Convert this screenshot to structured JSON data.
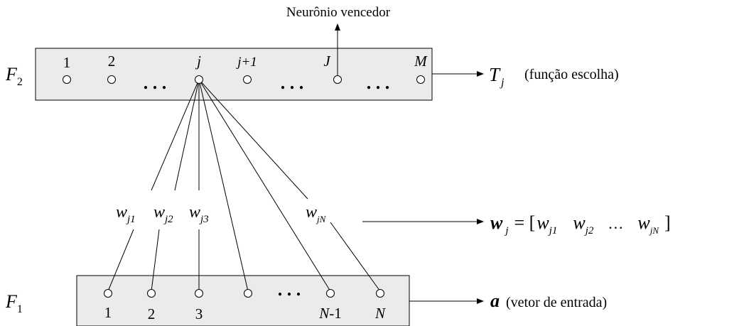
{
  "winner": {
    "label": "Neurônio vencedor"
  },
  "layer_f2": {
    "name_main": "F",
    "name_sub": "2",
    "node_labels": {
      "n1": "1",
      "n2": "2",
      "nj": "j",
      "nj1": "j+1",
      "nJ": "J",
      "nM": "M"
    },
    "ellipsis": ". . ."
  },
  "layer_f1": {
    "name_main": "F",
    "name_sub": "1",
    "node_labels": {
      "n1": "1",
      "n2": "2",
      "n3": "3",
      "nN1_main": "N",
      "nN1_suffix": "-1",
      "nN": "N"
    },
    "ellipsis": ". . ."
  },
  "weights": {
    "w": "w",
    "sub_j1": "j1",
    "sub_j2": "j2",
    "sub_j3": "j3",
    "sub_jN": "jN"
  },
  "outputs": {
    "tj_main": "T",
    "tj_sub": "j",
    "tj_caption": "(função escolha)",
    "wvec_main": "w",
    "wvec_sub": "j",
    "wvec_eq": "= [",
    "wvec_w": "w",
    "wvec_s1": "j1",
    "wvec_s2": "j2",
    "wvec_dots": "…",
    "wvec_sN": "jN",
    "wvec_close": "]",
    "a_main": "a",
    "a_caption": "(vetor de entrada)"
  }
}
